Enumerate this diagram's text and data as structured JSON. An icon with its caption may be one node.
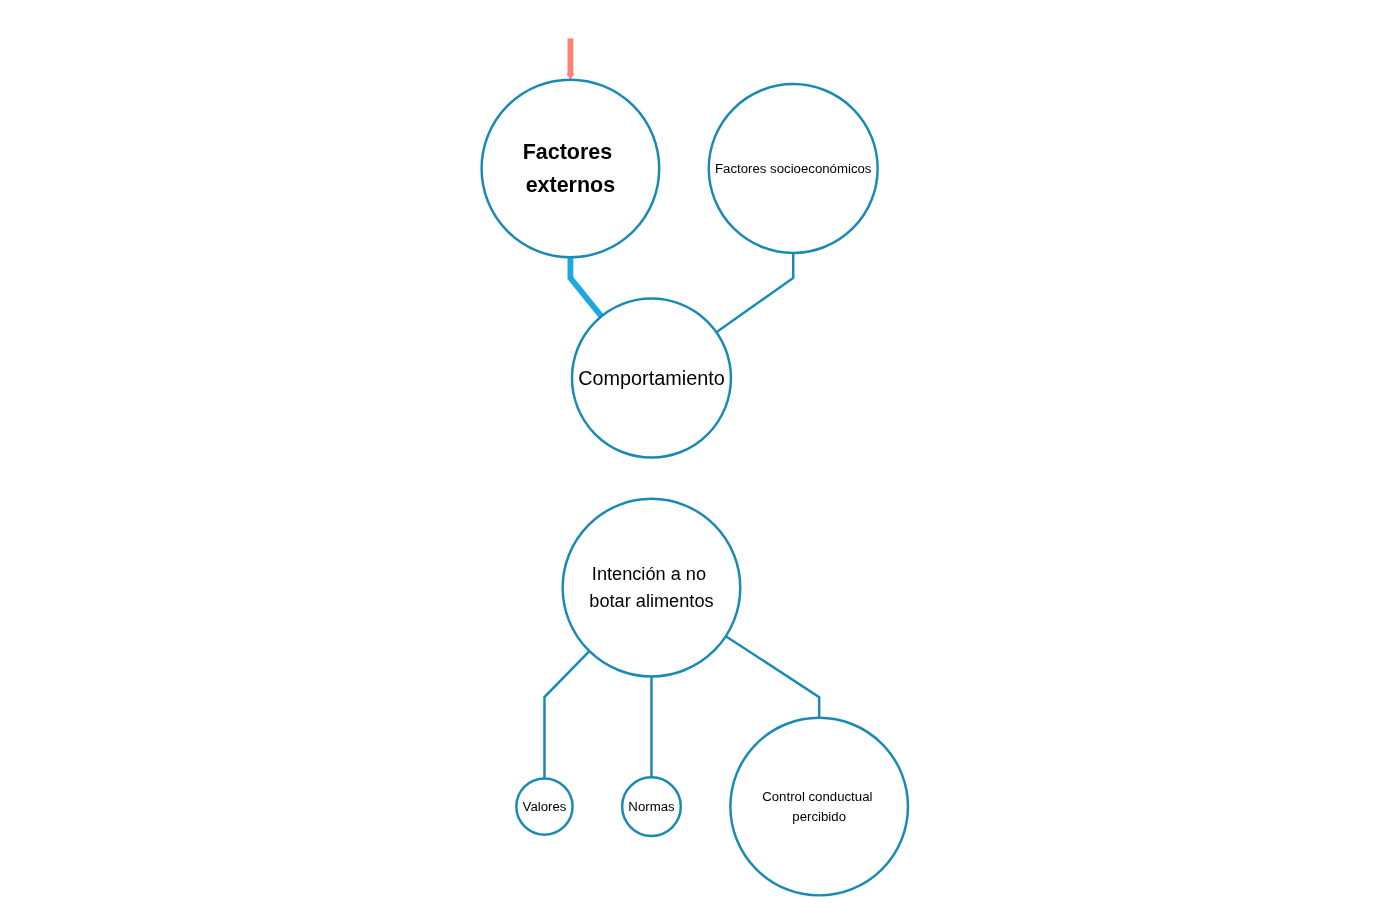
{
  "diagram": {
    "nodes": [
      {
        "text": [
          "Factores externos"
        ]
      },
      {
        "text": [
          "Factores socioeconómicos"
        ]
      },
      {
        "text": [
          "Comportamiento"
        ]
      },
      {
        "text": [
          "Intención a no botar alimentos"
        ]
      },
      {
        "text": [
          "Valores"
        ]
      },
      {
        "text": [
          "Normas"
        ]
      },
      {
        "text": [
          "Control conductual percibido"
        ]
      }
    ],
    "edges": [
      {
        "from": null,
        "to": 0,
        "arrow": "to",
        "style": "thick",
        "color": "#ff7f76"
      },
      {
        "from": 0,
        "to": 2,
        "arrow": "none",
        "style": "thick",
        "color": "#1ba9e1"
      },
      {
        "from": 1,
        "to": 2,
        "arrow": "none"
      },
      {
        "from": 3,
        "to": 4,
        "arrow": "none"
      },
      {
        "from": 3,
        "to": 5,
        "arrow": "none"
      },
      {
        "from": 3,
        "to": 6,
        "arrow": "none"
      }
    ]
  }
}
